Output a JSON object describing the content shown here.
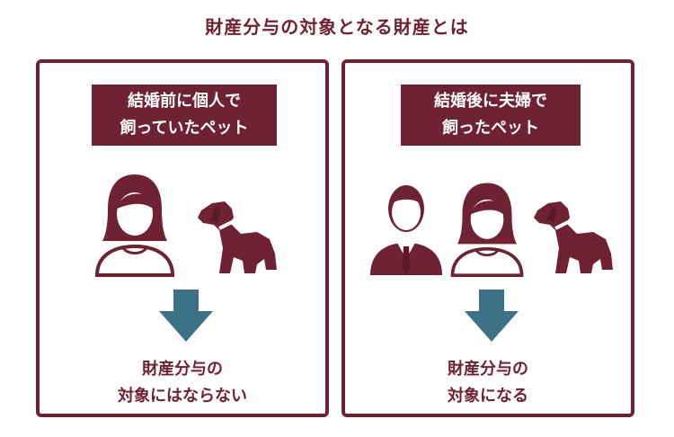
{
  "title": "財産分与の対象となる財産とは",
  "left": {
    "label_line1": "結婚前に個人で",
    "label_line2": "飼っていたペット",
    "result_line1": "財産分与の",
    "result_line2": "対象にはならない",
    "icons": [
      "woman-icon",
      "dog-icon",
      "arrow-down-icon"
    ]
  },
  "right": {
    "label_line1": "結婚後に夫婦で",
    "label_line2": "飼ったペット",
    "result_line1": "財産分与の",
    "result_line2": "対象になる",
    "icons": [
      "man-icon",
      "woman-icon",
      "dog-icon",
      "arrow-down-icon"
    ]
  },
  "colors": {
    "maroon": "#6e2234",
    "arrow": "#3d7186",
    "background": "#ffffff"
  }
}
